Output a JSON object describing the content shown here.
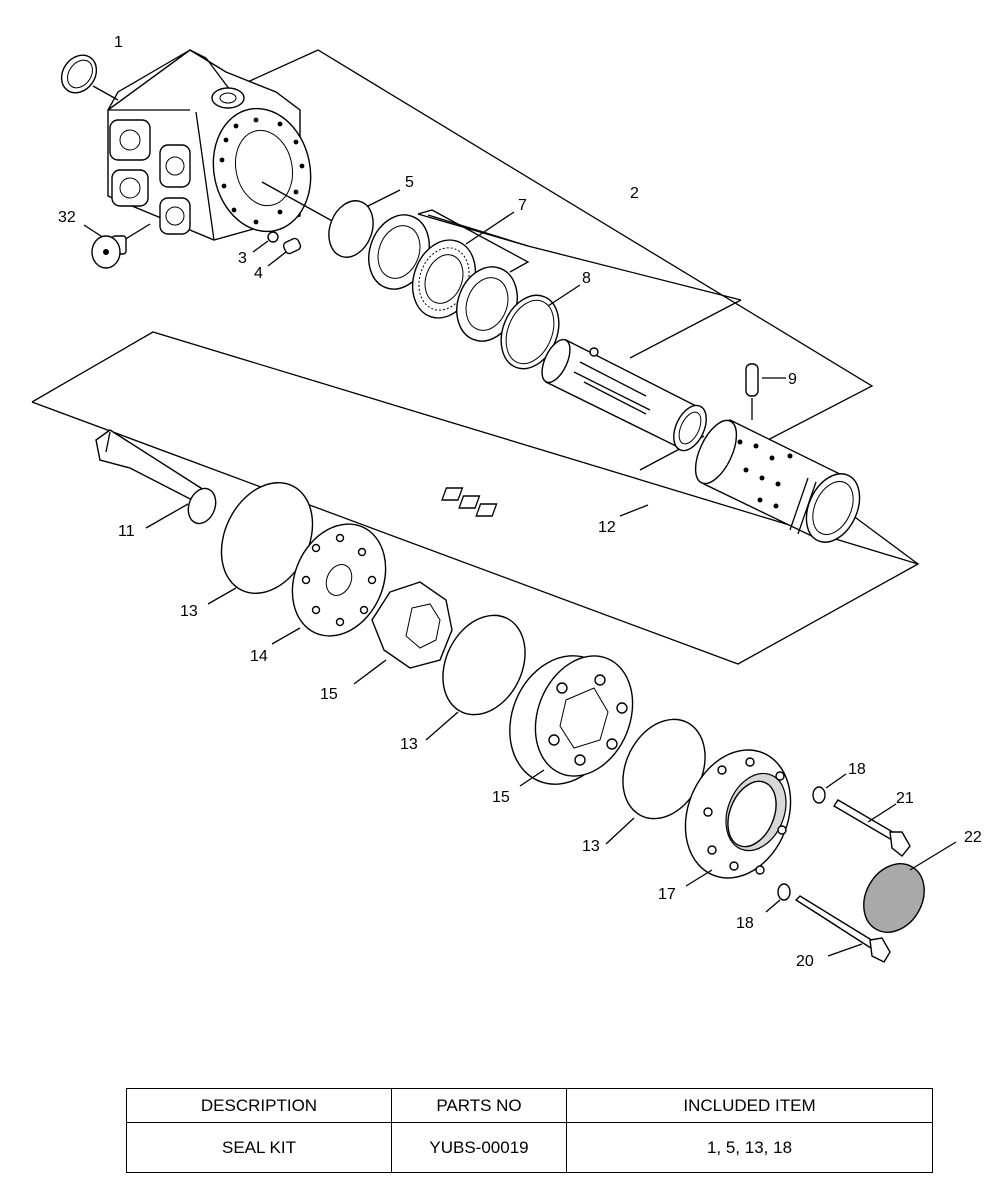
{
  "callouts": [
    {
      "id": "c1",
      "text": "1"
    },
    {
      "id": "c2",
      "text": "2"
    },
    {
      "id": "c3",
      "text": "3"
    },
    {
      "id": "c4",
      "text": "4"
    },
    {
      "id": "c5",
      "text": "5"
    },
    {
      "id": "c7",
      "text": "7"
    },
    {
      "id": "c8",
      "text": "8"
    },
    {
      "id": "c9",
      "text": "9"
    },
    {
      "id": "c11",
      "text": "11"
    },
    {
      "id": "c12",
      "text": "12"
    },
    {
      "id": "c13a",
      "text": "13"
    },
    {
      "id": "c13b",
      "text": "13"
    },
    {
      "id": "c13c",
      "text": "13"
    },
    {
      "id": "c14",
      "text": "14"
    },
    {
      "id": "c15a",
      "text": "15"
    },
    {
      "id": "c15b",
      "text": "15"
    },
    {
      "id": "c17",
      "text": "17"
    },
    {
      "id": "c18a",
      "text": "18"
    },
    {
      "id": "c18b",
      "text": "18"
    },
    {
      "id": "c20",
      "text": "20"
    },
    {
      "id": "c21",
      "text": "21"
    },
    {
      "id": "c22",
      "text": "22"
    },
    {
      "id": "c32",
      "text": "32"
    }
  ],
  "table": {
    "headers": [
      "DESCRIPTION",
      "PARTS NO",
      "INCLUDED ITEM"
    ],
    "rows": [
      [
        "SEAL KIT",
        "YUBS-00019",
        "1, 5, 13, 18"
      ]
    ]
  }
}
